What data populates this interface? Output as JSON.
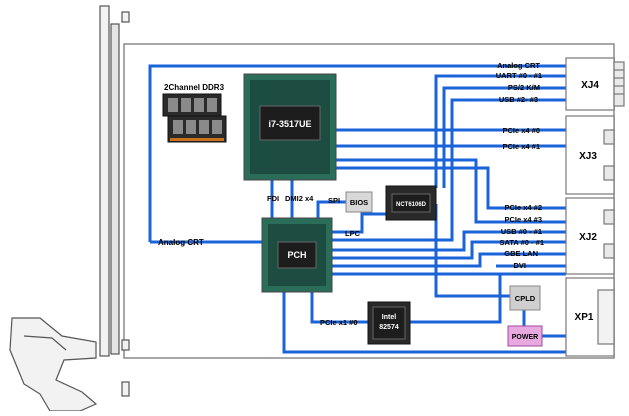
{
  "colors": {
    "bus": "#1a63d8",
    "board_fill": "#ffffff",
    "board_stroke": "#8a8a8a",
    "chip_dark": "#1d1d1d",
    "chip_green": "#2a6e5a",
    "cpld_fill": "#cfcfcf",
    "power_fill": "#e7a9e0",
    "bios_fill": "#d8d8d8"
  },
  "chips": {
    "cpu": "i7-3517UE",
    "pch": "PCH",
    "ddr_label": "2Channel DDR3",
    "superio": "NCT6106D",
    "nic_line1": "Intel",
    "nic_line2": "82574",
    "bios": "BIOS",
    "cpld": "CPLD",
    "power": "POWER"
  },
  "buses": {
    "fdi": "FDI",
    "dmi": "DMI2 x4",
    "spi": "SPI",
    "lpc": "LPC",
    "analog_crt_left": "Analog CRT",
    "pcie_x1": "PCIe x1 #0"
  },
  "signals": {
    "analog_crt": "Analog CRT",
    "uart": "UART #0 - #1",
    "ps2": "PS/2 K/M",
    "usb23": "USB #2- #3",
    "pcie0": "PCIe x4 #0",
    "pcie1": "PCIe x4 #1",
    "pcie2": "PCIe x4 #2",
    "pcie3": "PCIe x4 #3",
    "usb01": "USB #0 - #1",
    "sata": "SATA #0 - #1",
    "gbe": "GBE LAN",
    "dvi": "DVI"
  },
  "connectors": {
    "xj4": "XJ4",
    "xj3": "XJ3",
    "xj2": "XJ2",
    "xp1": "XP1"
  }
}
